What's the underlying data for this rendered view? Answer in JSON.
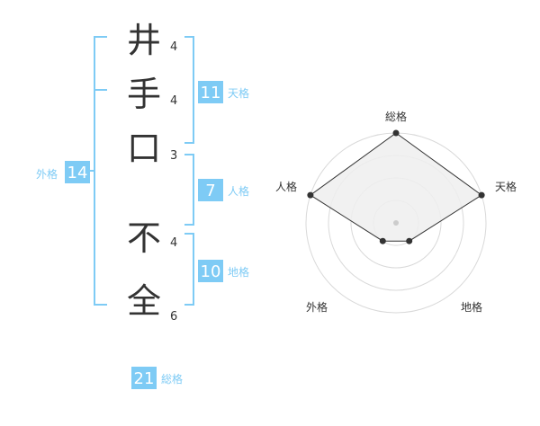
{
  "name": {
    "chars": [
      {
        "char": "井",
        "strokes": "4"
      },
      {
        "char": "手",
        "strokes": "4"
      },
      {
        "char": "口",
        "strokes": "3"
      },
      {
        "char": "不",
        "strokes": "4"
      },
      {
        "char": "全",
        "strokes": "6"
      }
    ]
  },
  "fortune": {
    "tenkaku": {
      "value": "11",
      "label": "天格"
    },
    "jinkaku": {
      "value": "7",
      "label": "人格"
    },
    "chikaku": {
      "value": "10",
      "label": "地格"
    },
    "gaikaku": {
      "value": "14",
      "label": "外格"
    },
    "soukaku": {
      "value": "21",
      "label": "総格"
    }
  },
  "radar": {
    "axes": [
      "総格",
      "天格",
      "地格",
      "外格",
      "人格"
    ],
    "levels": 4,
    "values": [
      4,
      4,
      1,
      1,
      4
    ],
    "max": 4
  },
  "colors": {
    "accent": "#7ecbf5",
    "accent_text": "#ffffff",
    "label_text": "#7ecbf5",
    "char_text": "#333333",
    "radar_ring": "#d9d9d9",
    "radar_fill": "#eeeeee",
    "radar_line": "#333333"
  }
}
